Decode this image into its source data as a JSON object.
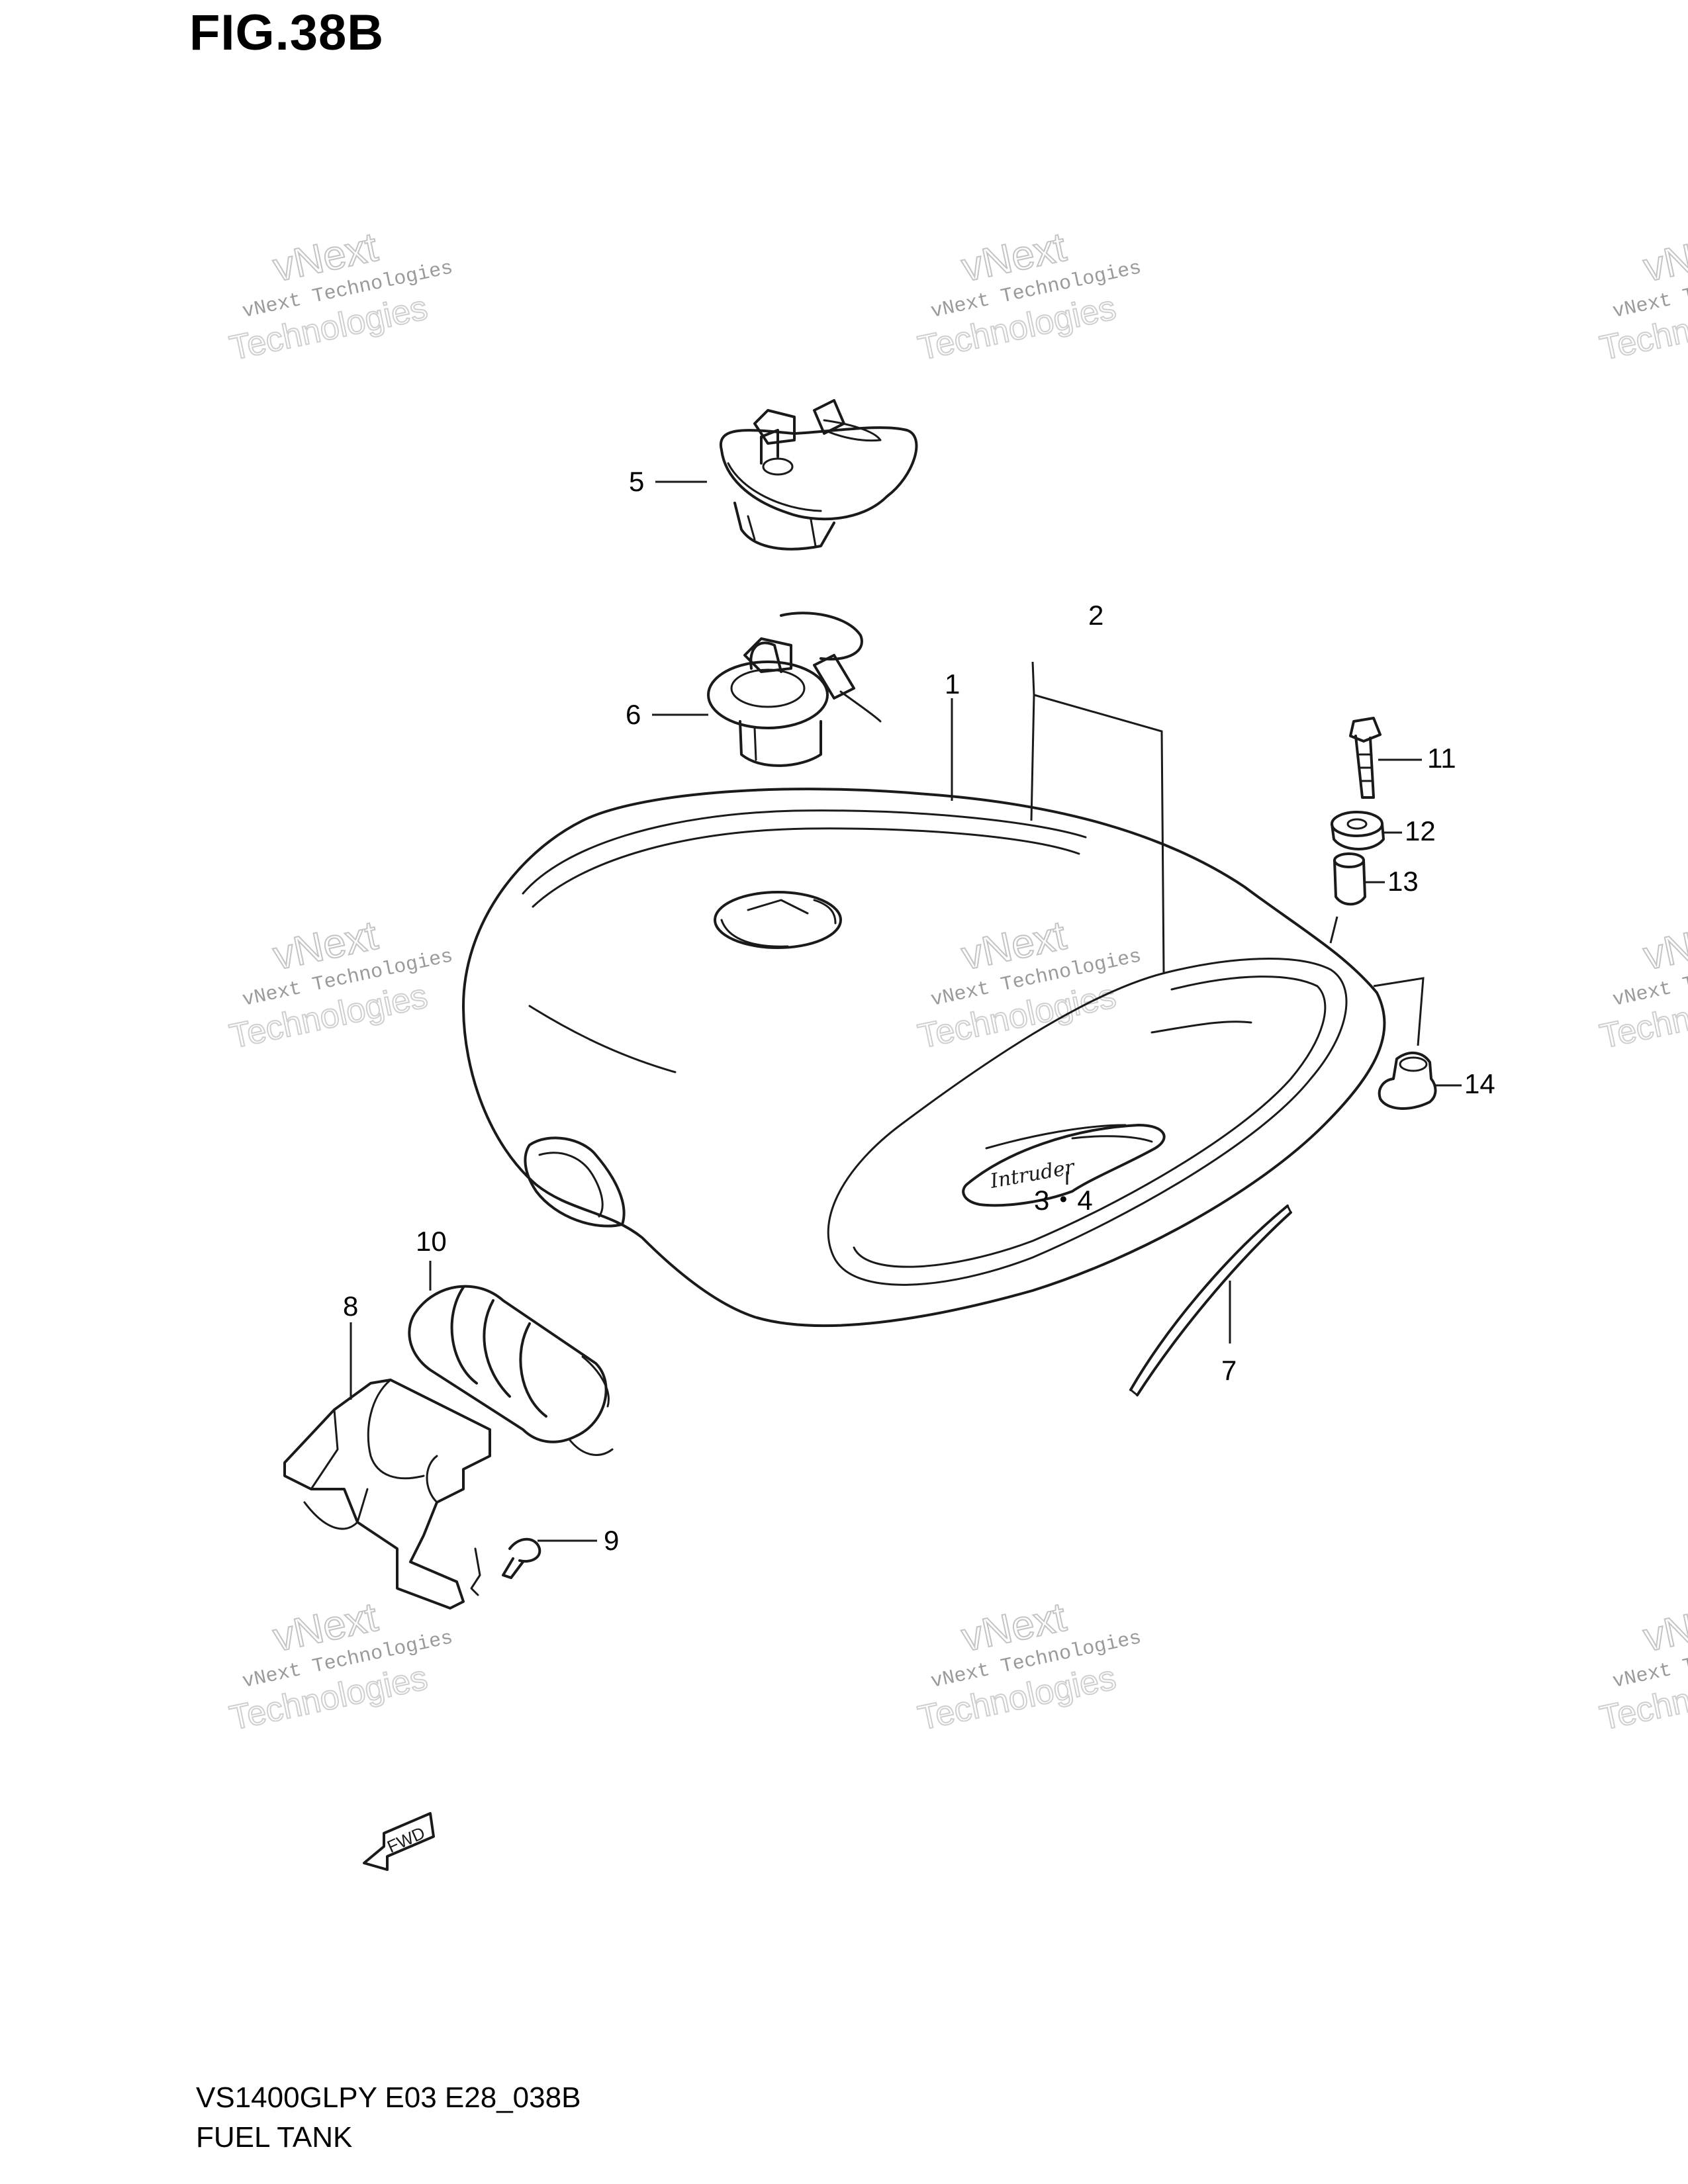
{
  "title": "FIG.38B",
  "footer": {
    "model_code": "VS1400GLPY E03 E28_038B",
    "section_name": "FUEL TANK"
  },
  "callouts": {
    "c1": "1",
    "c2": "2",
    "c3_4": "3・4",
    "c5": "5",
    "c6": "6",
    "c7": "7",
    "c8": "8",
    "c9": "9",
    "c10": "10",
    "c11": "11",
    "c12": "12",
    "c13": "13",
    "c14": "14"
  },
  "emblem_text": "Intruder",
  "direction_marker": "FWD",
  "watermark": {
    "line1": "vNext Technologies",
    "line2": "vNext",
    "line3": "Technologies"
  },
  "colors": {
    "ink": "#1a1a1a",
    "watermark": "#c4c4c4"
  }
}
